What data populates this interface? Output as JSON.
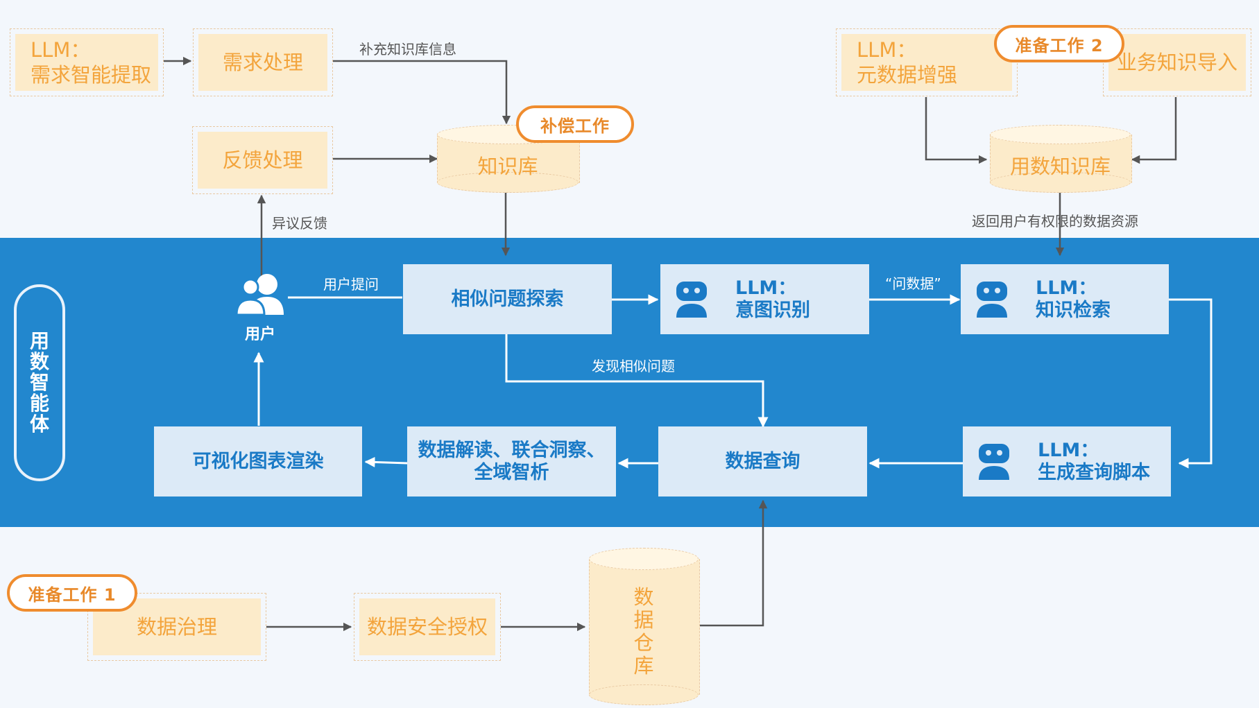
{
  "agent_title": "用数智能体",
  "user": {
    "label": "用户"
  },
  "top_left": {
    "llm_requirement": {
      "line1": "LLM：",
      "line2": "需求智能提取"
    },
    "requirement_processing": "需求处理",
    "feedback_processing": "反馈处理",
    "knowledge_base": "知识库"
  },
  "top_right": {
    "llm_metadata": {
      "line1": "LLM：",
      "line2": "元数据增强"
    },
    "business_knowledge_import": "业务知识导入",
    "data_knowledge_base": "用数知识库"
  },
  "bottom": {
    "data_governance": "数据治理",
    "data_security_auth": "数据安全授权",
    "data_warehouse": "数据仓库"
  },
  "badges": {
    "compensation": "补偿工作",
    "prep2": "准备工作 2",
    "prep1": "准备工作 1"
  },
  "process": {
    "similar_search": "相似问题探索",
    "llm_intent": {
      "line1": "LLM：",
      "line2": "意图识别"
    },
    "llm_retrieval": {
      "line1": "LLM：",
      "line2": "知识检索"
    },
    "data_query": "数据查询",
    "llm_script": {
      "line1": "LLM：",
      "line2": "生成查询脚本"
    },
    "interpretation": {
      "line1": "数据解读、联合洞察、",
      "line2": "全域智析"
    },
    "visualization": "可视化图表渲染"
  },
  "edge_labels": {
    "supplement_kb": "补充知识库信息",
    "objection_feedback": "异议反馈",
    "return_resources": "返回用户有权限的数据资源",
    "user_question": "用户提问",
    "ask_data": "“问数据”",
    "found_similar": "发现相似问题"
  },
  "colors": {
    "band_blue": "#2287ce",
    "box_light_blue": "#dceaf7",
    "box_text_blue": "#1a7ac6",
    "stage_fill": "#fcebca",
    "stage_text": "#f3a43c",
    "badge_orange": "#ef8c2e",
    "connector_gray": "#555555"
  },
  "icons": [
    "user-icon",
    "robot-icon"
  ]
}
